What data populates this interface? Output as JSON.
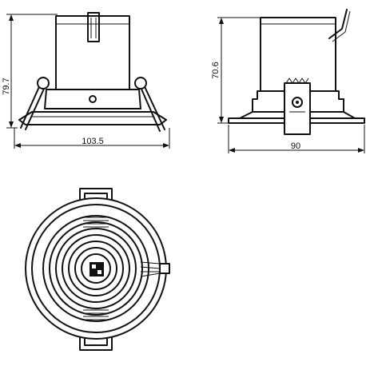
{
  "dimensions": {
    "side_width": "103.5",
    "side_height": "79.7",
    "rear_width": "90",
    "rear_height": "70.6"
  },
  "views": [
    "side-view",
    "rear-view",
    "bottom-view"
  ]
}
